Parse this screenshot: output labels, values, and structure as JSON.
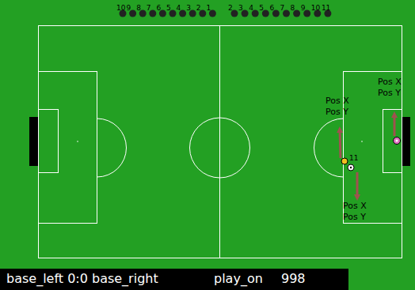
{
  "diagram": {
    "nodes": [
      {
        "text": [
          "base_left 0:0 base_right",
          "play_on",
          "998"
        ]
      }
    ],
    "labels": [
      "10",
      "9",
      "8",
      "7",
      "6",
      "5",
      "4",
      "3",
      "2",
      "1",
      "2",
      "3",
      "4",
      "5",
      "6",
      "7",
      "8",
      "9",
      "10",
      "11",
      "11",
      "Pos X",
      "Pos Y",
      "Pos X",
      "Pos Y",
      "Pos X",
      "Pos Y"
    ]
  }
}
